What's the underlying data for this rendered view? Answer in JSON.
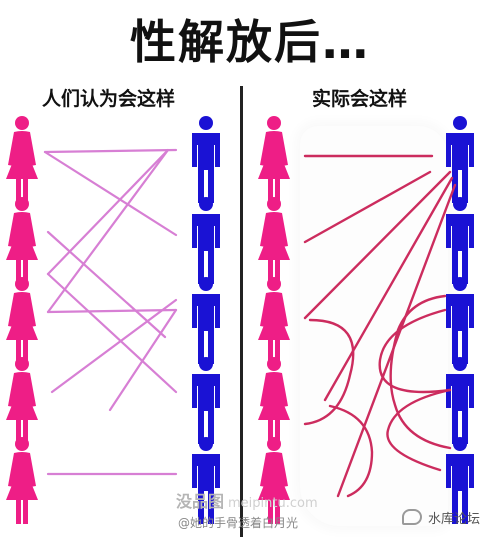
{
  "title": "性解放后…",
  "left_panel": {
    "caption": "人们认为会这样"
  },
  "right_panel": {
    "caption": "实际会这样"
  },
  "colors": {
    "female": "#ee1e86",
    "male": "#1a12d4",
    "left_lines": "#d77fd4",
    "right_lines": "#cc2c5e"
  },
  "icons": [
    "female-figure-icon",
    "male-figure-icon"
  ],
  "watermark": {
    "text": "没品图",
    "site": "meipintu.com"
  },
  "credit": "@她的手骨透着白月光",
  "forum": "水库论坛"
}
